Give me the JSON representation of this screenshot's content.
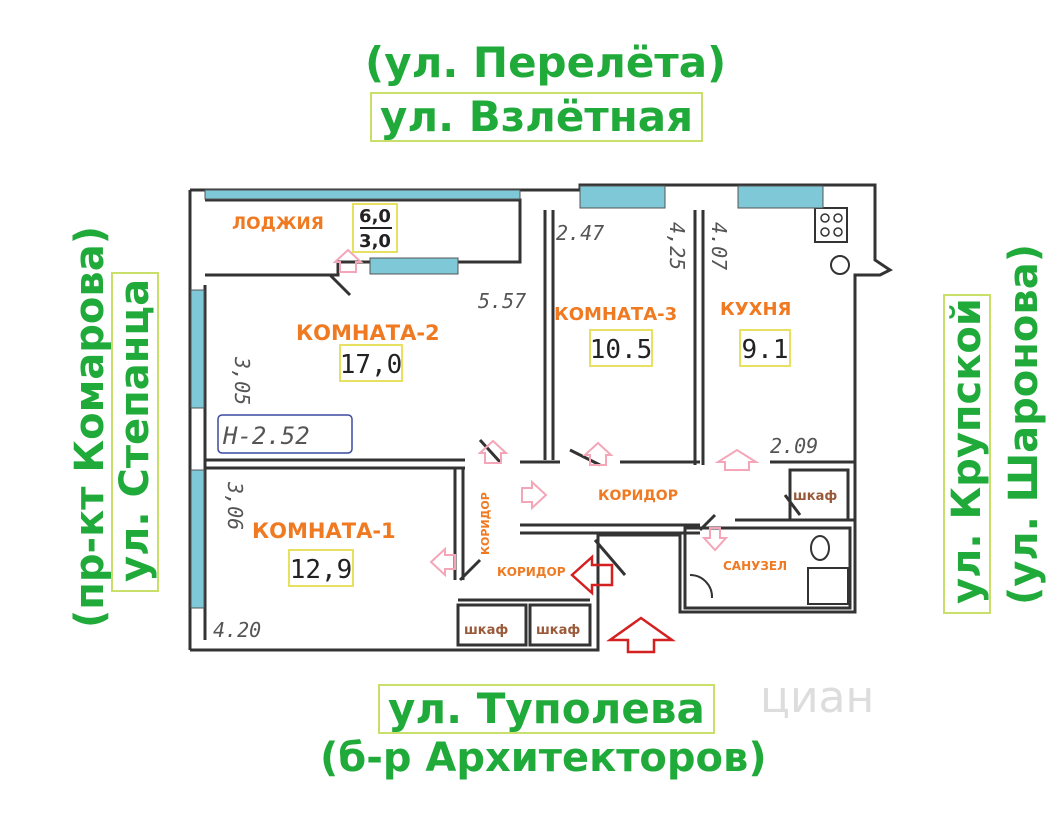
{
  "streets": {
    "top_old": "(ул. Перелёта)",
    "top": "ул.  Взлётная",
    "bottom": "ул. Туполева",
    "bottom_old": "(б-р Архитекторов)",
    "left_old": "(пр-кт Комарова)",
    "left": "ул. Степанца",
    "right": "ул. Крупской",
    "right_old": "(ул. Шаронова)"
  },
  "rooms": {
    "loggia": {
      "label": "ЛОДЖИЯ",
      "area_top": "6,0",
      "area_bottom": "3,0"
    },
    "room2": {
      "label": "КОМНАТА-2",
      "area": "17,0"
    },
    "room3": {
      "label": "КОМНАТА-3",
      "area": "10.5"
    },
    "kitchen": {
      "label": "КУХНЯ",
      "area": "9.1"
    },
    "room1": {
      "label": "КОМНАТА-1",
      "area": "12,9"
    },
    "corridor_main": "КОРИДОР",
    "corridor_left": "КОРИДОР",
    "corridor_small": "КОРИДОР",
    "bathroom": "САНУЗЕЛ",
    "closet1": "шкаф",
    "closet2": "шкаф",
    "closet3": "шкаф"
  },
  "dimensions": {
    "room2_h": "3,05",
    "room2_w": "5.57",
    "room3_w": "2.47",
    "room3_h": "4,25",
    "kitchen_h": "4.07",
    "kitchen_w": "2.09",
    "ceiling": "Н-2.52",
    "room1_h": "3,06",
    "room1_w": "4.20"
  },
  "watermark": "циан",
  "colors": {
    "street_text": "#1faa3a",
    "street_border": "#c8e06a",
    "room_label": "#f07a22",
    "arrow_pink": "#f4a6b8",
    "arrow_red": "#d42020",
    "window": "#7ec8d8",
    "area_border": "#e8e060"
  }
}
